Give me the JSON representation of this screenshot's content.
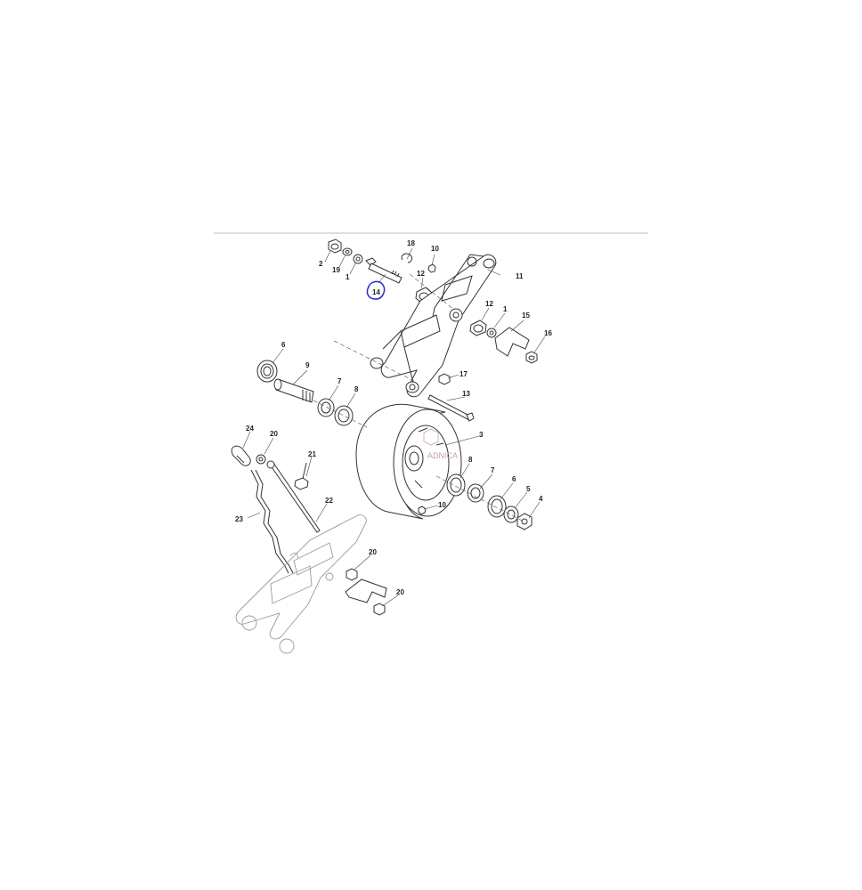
{
  "diagram": {
    "callouts": {
      "c1a": "1",
      "c1b": "1",
      "c2": "2",
      "c3": "3",
      "c4": "4",
      "c5": "5",
      "c6": "6",
      "c6b": "6",
      "c7a": "7",
      "c7b": "7",
      "c8a": "8",
      "c8b": "8",
      "c9": "9",
      "c10a": "10",
      "c10b": "10",
      "c11": "11",
      "c12a": "12",
      "c12b": "12",
      "c13": "13",
      "c14": "14",
      "c15": "15",
      "c16": "16",
      "c17": "17",
      "c18": "18",
      "c19": "19",
      "c20a": "20",
      "c20b": "20",
      "c20c": "20",
      "c21": "21",
      "c22": "22",
      "c23": "23",
      "c24": "24"
    },
    "watermark": "ADNICA",
    "highlighted_callout": "14",
    "highlight_color": "#2a2ad0"
  }
}
